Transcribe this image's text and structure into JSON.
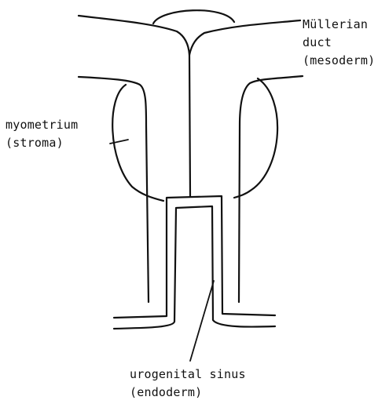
{
  "labels": {
    "mullerian": {
      "line1": "Müllerian",
      "line2": "duct",
      "line3": "(mesoderm)"
    },
    "myometrium": {
      "line1": "myometrium",
      "line2": "(stroma)"
    },
    "urogenital": {
      "line1": "urogenital sinus",
      "line2": "(endoderm)"
    }
  },
  "colors": {
    "ink": "#111111",
    "background": "#ffffff"
  }
}
